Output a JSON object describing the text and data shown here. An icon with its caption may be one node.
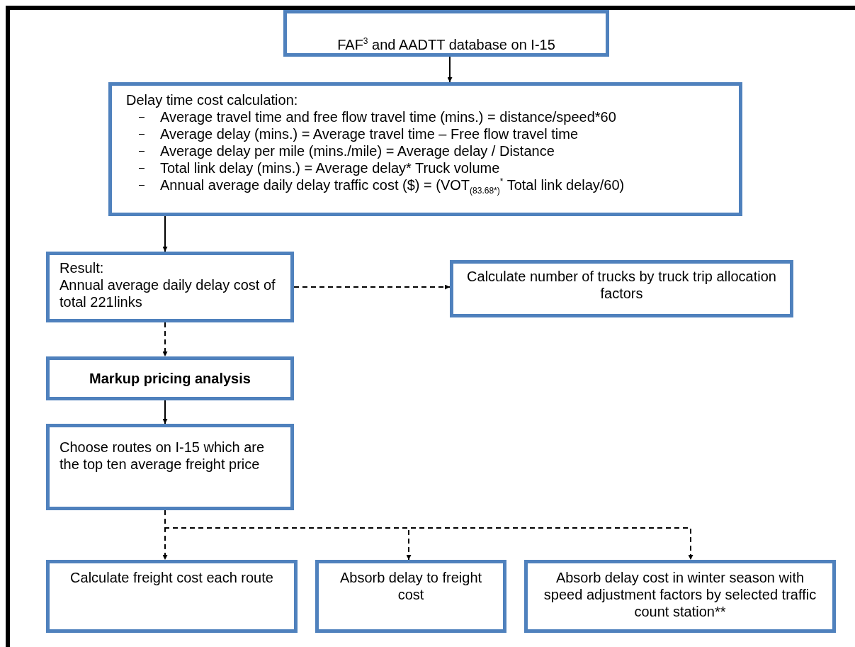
{
  "diagram": {
    "nodes": [
      {
        "text": [
          "FAF$^{3}$ and AADTT database on I-15"
        ]
      },
      {
        "text": [
          "Delay time cost calculation:",
          "Average travel time and free flow travel time (mins.) = distance/speed*60",
          "Average delay (mins.) = Average travel time – Free flow travel time",
          "Average delay per mile (mins./mile) = Average delay / Distance",
          "Total link delay (mins.) = Average delay* Truck volume",
          "Annual average daily delay traffic cost ($) = (VOT$_{(83.68*)}$$^{*}$ Total link delay/60)"
        ]
      },
      {
        "text": [
          "Result:",
          "Annual average daily delay cost of total 221links"
        ]
      },
      {
        "text": [
          "Calculate number of trucks by truck trip allocation factors"
        ]
      },
      {
        "text": [
          "Markup pricing analysis"
        ]
      },
      {
        "text": [
          "Choose routes on I-15 which are the top ten average freight price"
        ]
      },
      {
        "text": [
          "Calculate freight cost each route"
        ]
      },
      {
        "text": [
          "Absorb delay to freight cost"
        ]
      },
      {
        "text": [
          "Absorb delay cost in winter season with speed adjustment factors by selected traffic count station**"
        ]
      }
    ],
    "edges": [
      {
        "from": 0,
        "to": 1,
        "arrow": "to"
      },
      {
        "from": 1,
        "to": 2,
        "arrow": "to"
      },
      {
        "from": 2,
        "to": 3,
        "arrow": "to",
        "style": "dashed"
      },
      {
        "from": 2,
        "to": 4,
        "arrow": "to",
        "style": "dashed"
      },
      {
        "from": 4,
        "to": 5,
        "arrow": "to"
      },
      {
        "from": 5,
        "to": 6,
        "arrow": "to",
        "style": "dashed"
      },
      {
        "from": 5,
        "to": 7,
        "arrow": "to",
        "style": "dashed"
      },
      {
        "from": 5,
        "to": 8,
        "arrow": "to",
        "style": "dashed"
      }
    ]
  }
}
